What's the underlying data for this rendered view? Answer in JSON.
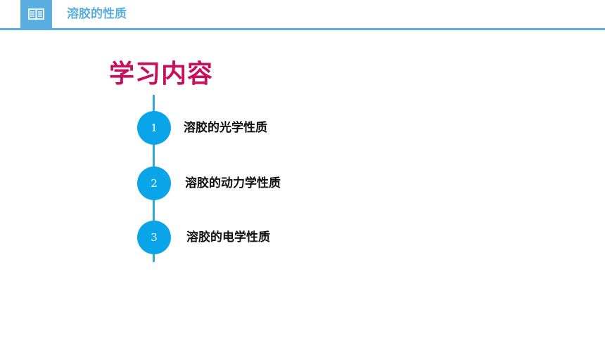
{
  "header": {
    "icon": "open-book-icon",
    "title": "溶胶的性质"
  },
  "section_heading": "学习内容",
  "items": [
    {
      "number": "1",
      "label": "溶胶的光学性质"
    },
    {
      "number": "2",
      "label": "溶胶的动力学性质"
    },
    {
      "number": "3",
      "label": "溶胶的电学性质"
    }
  ],
  "colors": {
    "header_accent": "#5aaee0",
    "heading": "#c70f5c",
    "circle": "#0aa5e8",
    "timeline": "#2fa9e0"
  }
}
